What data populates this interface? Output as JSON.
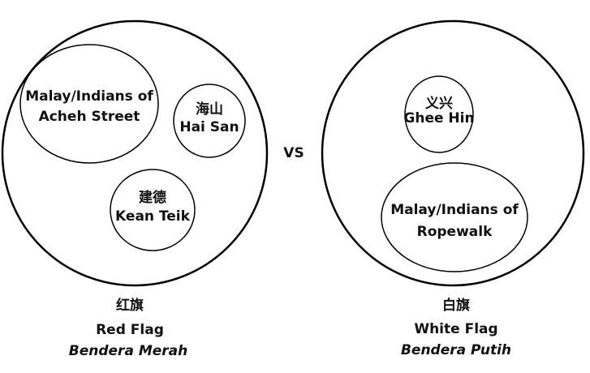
{
  "left_group": {
    "chinese": "红旗",
    "english": "Red Flag",
    "malay": "Bendera Merah",
    "members": [
      {
        "line1": "Malay/Indians of",
        "line2": "Acheh Street"
      },
      {
        "line1": "海山",
        "line2": "Hai San"
      },
      {
        "line1": "建德",
        "line2": "Kean Teik"
      }
    ]
  },
  "versus": "VS",
  "right_group": {
    "chinese": "白旗",
    "english": "White Flag",
    "malay": "Bendera Putih",
    "members": [
      {
        "line1": "义兴",
        "line2": "Ghee Hin"
      },
      {
        "line1": "Malay/Indians of",
        "line2": "Ropewalk"
      }
    ]
  },
  "colors": {
    "stroke": "#000000",
    "text": "#111111",
    "background": "#ffffff"
  }
}
